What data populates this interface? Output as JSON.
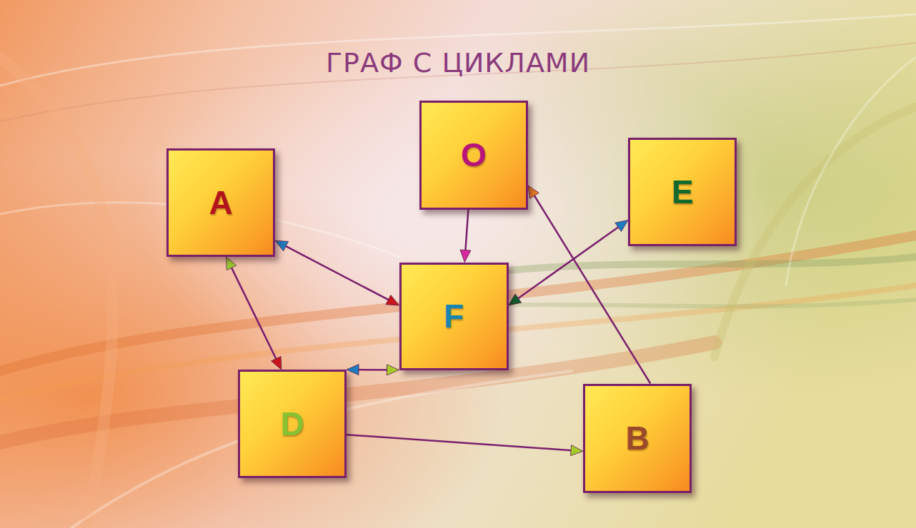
{
  "diagram": {
    "title": "ГРАФ С ЦИКЛАМИ",
    "nodes": [
      {
        "text": [
          "A"
        ]
      },
      {
        "text": [
          "O"
        ]
      },
      {
        "text": [
          "E"
        ]
      },
      {
        "text": [
          "F"
        ]
      },
      {
        "text": [
          "D"
        ]
      },
      {
        "text": [
          "B"
        ]
      }
    ],
    "edges": [
      {
        "from": 0,
        "to": 3,
        "arrow": "both"
      },
      {
        "from": 0,
        "to": 4,
        "arrow": "both"
      },
      {
        "from": 1,
        "to": 3,
        "arrow": "to"
      },
      {
        "from": 2,
        "to": 3,
        "arrow": "both"
      },
      {
        "from": 4,
        "to": 3,
        "arrow": "both"
      },
      {
        "from": 4,
        "to": 5,
        "arrow": "to"
      },
      {
        "from": 5,
        "to": 1,
        "arrow": "to"
      }
    ]
  }
}
